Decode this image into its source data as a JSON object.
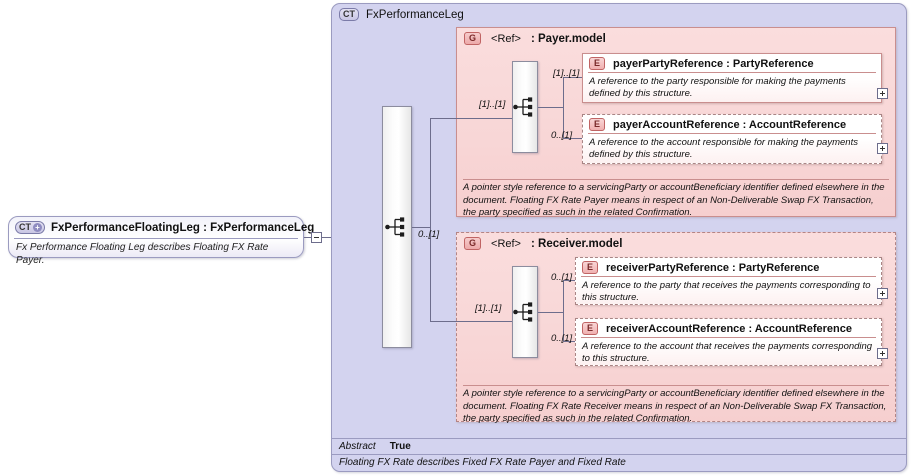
{
  "root_node": {
    "badge": "CT",
    "badge_expand": "+",
    "name": "FxPerformanceFloatingLeg : FxPerformanceLeg",
    "documentation": "Fx Performance Floating Leg describes Floating FX Rate Payer."
  },
  "container": {
    "badge": "CT",
    "name": "FxPerformanceLeg",
    "footer": {
      "label": "Abstract",
      "value": "True",
      "documentation": "Floating FX Rate describes Fixed FX Rate Payer and Fixed Rate"
    }
  },
  "cardinalities": {
    "root_to_sequence": "[1]..[1]",
    "sequence_to_payer": "[1]..[1]",
    "sequence_to_receiver": "0..[1]",
    "payer_seq_in": "[1]..[1]",
    "payer_party": "[1]..[1]",
    "payer_account": "0..[1]",
    "receiver_seq_in": "[1]..[1]",
    "receiver_party": "0..[1]",
    "receiver_account": "0..[1]"
  },
  "groups": [
    {
      "badge": "G",
      "ref": "<Ref>",
      "name": ": Payer.model",
      "documentation": "A pointer style reference to a servicingParty or accountBeneficiary identifier defined elsewhere in the document. Floating FX Rate Payer means in respect of an Non-Deliverable Swap FX Transaction, the party specified as such in the related Confirmation."
    },
    {
      "badge": "G",
      "ref": "<Ref>",
      "name": ": Receiver.model",
      "documentation": "A pointer style reference to a servicingParty or accountBeneficiary identifier defined elsewhere in the document. Floating FX Rate Receiver means in respect of an Non-Deliverable Swap FX Transaction, the party specified as such in the related Confirmation."
    }
  ],
  "elements": [
    {
      "badge": "E",
      "name": "payerPartyReference : PartyReference",
      "documentation": "A reference to the party responsible for making the payments defined by this structure.",
      "expand": "+"
    },
    {
      "badge": "E",
      "name": "payerAccountReference : AccountReference",
      "documentation": "A reference to the account responsible for making the payments defined by this structure.",
      "expand": "+"
    },
    {
      "badge": "E",
      "name": "receiverPartyReference : PartyReference",
      "documentation": "A reference to the party that receives the payments corresponding to this structure.",
      "expand": "+"
    },
    {
      "badge": "E",
      "name": "receiverAccountReference : AccountReference",
      "documentation": "A reference to the account that receives the payments corresponding to this structure.",
      "expand": "+"
    }
  ],
  "icons": {
    "sequence": "sequence-compositor-icon",
    "collapse": "collapse-toggle-icon",
    "expand": "expand-toggle-icon"
  }
}
